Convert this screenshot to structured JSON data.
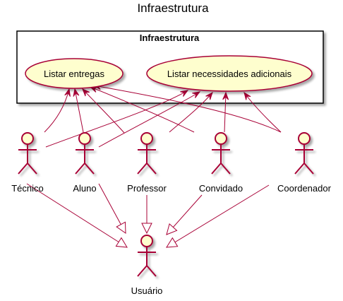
{
  "title": "Infraestrutura",
  "package": {
    "title": "Infraestrutura"
  },
  "usecases": [
    {
      "id": "entregas",
      "label": "Listar entregas"
    },
    {
      "id": "necessidades",
      "label": "Listar necessidades adicionais"
    }
  ],
  "actors": [
    {
      "id": "tecnico",
      "label": "Técnico"
    },
    {
      "id": "aluno",
      "label": "Aluno"
    },
    {
      "id": "professor",
      "label": "Professor"
    },
    {
      "id": "convidado",
      "label": "Convidado"
    },
    {
      "id": "coordenador",
      "label": "Coordenador"
    },
    {
      "id": "usuario",
      "label": "Usuário"
    }
  ],
  "associations": [
    {
      "from": "tecnico",
      "to": "entregas"
    },
    {
      "from": "tecnico",
      "to": "necessidades"
    },
    {
      "from": "aluno",
      "to": "entregas"
    },
    {
      "from": "aluno",
      "to": "necessidades"
    },
    {
      "from": "professor",
      "to": "entregas"
    },
    {
      "from": "professor",
      "to": "necessidades"
    },
    {
      "from": "convidado",
      "to": "entregas"
    },
    {
      "from": "convidado",
      "to": "necessidades"
    },
    {
      "from": "coordenador",
      "to": "entregas"
    },
    {
      "from": "coordenador",
      "to": "necessidades"
    }
  ],
  "generalizations": [
    {
      "from": "tecnico",
      "to": "usuario"
    },
    {
      "from": "aluno",
      "to": "usuario"
    },
    {
      "from": "professor",
      "to": "usuario"
    },
    {
      "from": "convidado",
      "to": "usuario"
    },
    {
      "from": "coordenador",
      "to": "usuario"
    }
  ],
  "colors": {
    "border": "#a80036",
    "fill": "#fefece",
    "package_border": "#000000"
  }
}
